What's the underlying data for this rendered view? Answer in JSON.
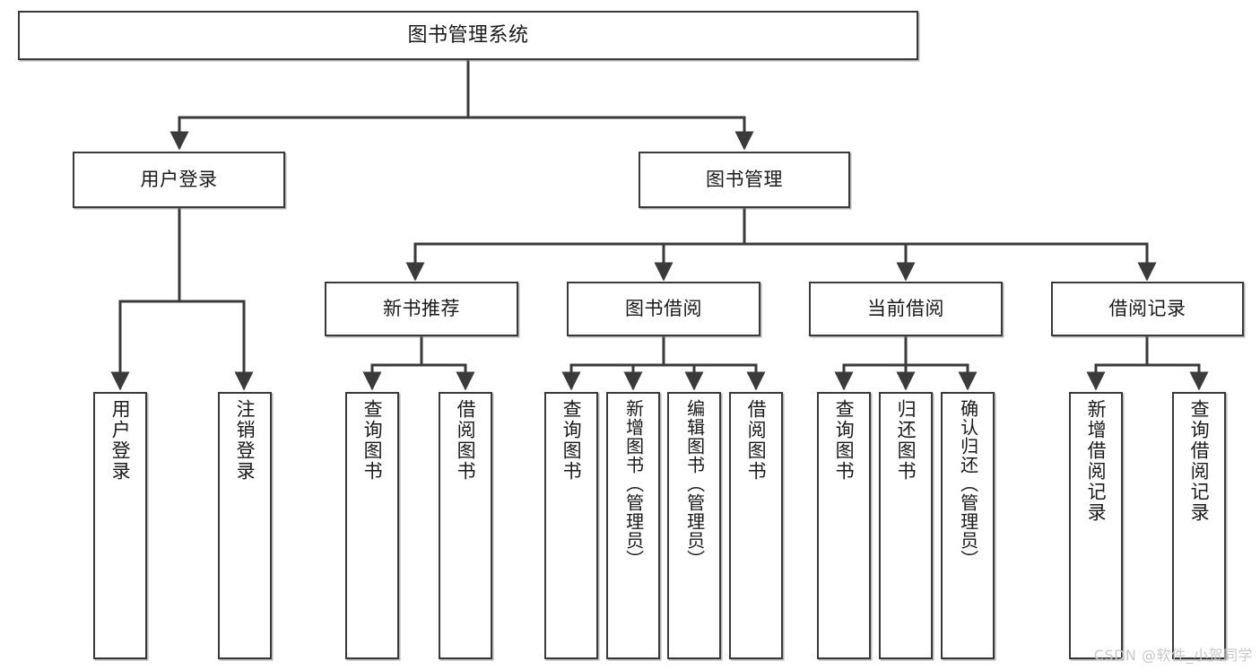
{
  "diagram": {
    "title": "图书管理系统",
    "type": "tree",
    "watermark": "CSDN @软件_小贺同学",
    "colors": {
      "box_border": "#3a3a3a",
      "box_fill": "#ffffff",
      "edge": "#3a3a3a",
      "text": "#1a1a1a",
      "watermark": "#c9c9c9",
      "background": "#ffffff"
    },
    "nodes": {
      "root": {
        "label": "图书管理系统"
      },
      "level2": [
        {
          "id": "user-login",
          "label": "用户登录"
        },
        {
          "id": "book-management",
          "label": "图书管理"
        }
      ],
      "level3": [
        {
          "id": "new-book-recommend",
          "label": "新书推荐"
        },
        {
          "id": "book-borrow",
          "label": "图书借阅"
        },
        {
          "id": "current-borrow",
          "label": "当前借阅"
        },
        {
          "id": "borrow-record",
          "label": "借阅记录"
        }
      ],
      "leaves": {
        "user-login": [
          {
            "id": "leaf-user-login",
            "label": "用户登录"
          },
          {
            "id": "leaf-logout-login",
            "label": "注销登录"
          }
        ],
        "new-book-recommend": [
          {
            "id": "leaf-query-book-1",
            "label": "查询图书"
          },
          {
            "id": "leaf-borrow-book-1",
            "label": "借阅图书"
          }
        ],
        "book-borrow": [
          {
            "id": "leaf-query-book-2",
            "label": "查询图书"
          },
          {
            "id": "leaf-add-book",
            "label": "新增图书（管理员）"
          },
          {
            "id": "leaf-edit-book",
            "label": "编辑图书（管理员）"
          },
          {
            "id": "leaf-borrow-book-2",
            "label": "借阅图书"
          }
        ],
        "current-borrow": [
          {
            "id": "leaf-query-book-3",
            "label": "查询图书"
          },
          {
            "id": "leaf-return-book",
            "label": "归还图书"
          },
          {
            "id": "leaf-confirm-return",
            "label": "确认归还（管理员）"
          }
        ],
        "borrow-record": [
          {
            "id": "leaf-add-record",
            "label": "新增借阅记录"
          },
          {
            "id": "leaf-query-record",
            "label": "查询借阅记录"
          }
        ]
      }
    }
  }
}
